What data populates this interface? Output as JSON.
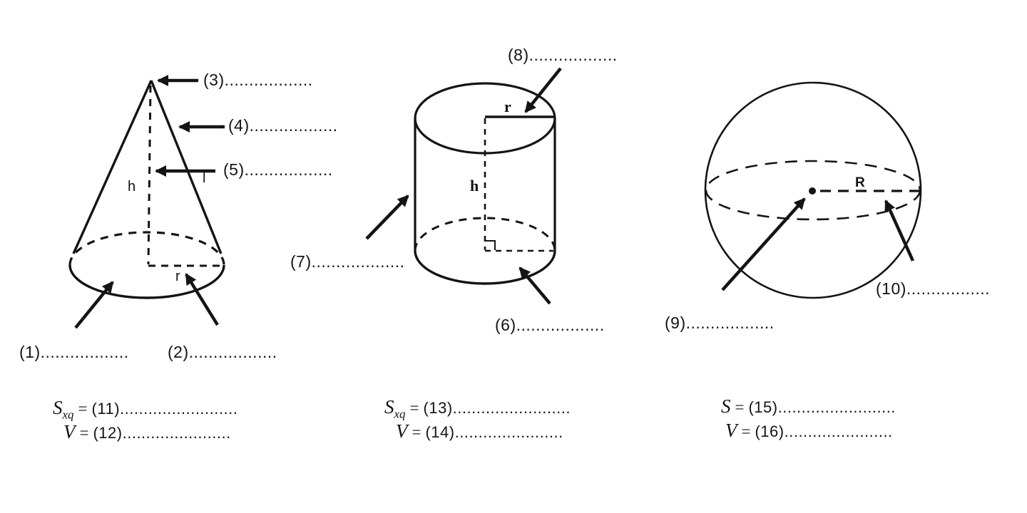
{
  "palette": {
    "ink": "#141414",
    "background": "#ffffff"
  },
  "cone": {
    "callout_1": "(1)..................",
    "callout_2": "(2)..................",
    "callout_3": "(3)..................",
    "callout_4": "(4)..................",
    "callout_5": "(5)..................",
    "height_label": "h",
    "slant_label": "l",
    "radius_label": "r"
  },
  "cylinder": {
    "callout_6": "(6)..................",
    "callout_7": "(7)...................",
    "callout_8": "(8)..................",
    "radius_label": "r",
    "height_label": "h"
  },
  "sphere": {
    "callout_9": "(9)..................",
    "callout_10": "(10).................",
    "radius_label": "R"
  },
  "formulas": {
    "cone": {
      "surface_symbol": "S",
      "surface_subscript": "xq",
      "equals": "=",
      "surface_blank": "(11).........................",
      "volume_symbol": "V",
      "volume_blank": "(12)......................."
    },
    "cylinder": {
      "surface_symbol": "S",
      "surface_subscript": "xq",
      "equals": "=",
      "surface_blank": "(13).........................",
      "volume_symbol": "V",
      "volume_blank": "(14)......................."
    },
    "sphere": {
      "surface_symbol": "S",
      "surface_subscript": "",
      "equals": "=",
      "surface_blank": "(15).........................",
      "volume_symbol": "V",
      "volume_blank": "(16)......................."
    }
  }
}
